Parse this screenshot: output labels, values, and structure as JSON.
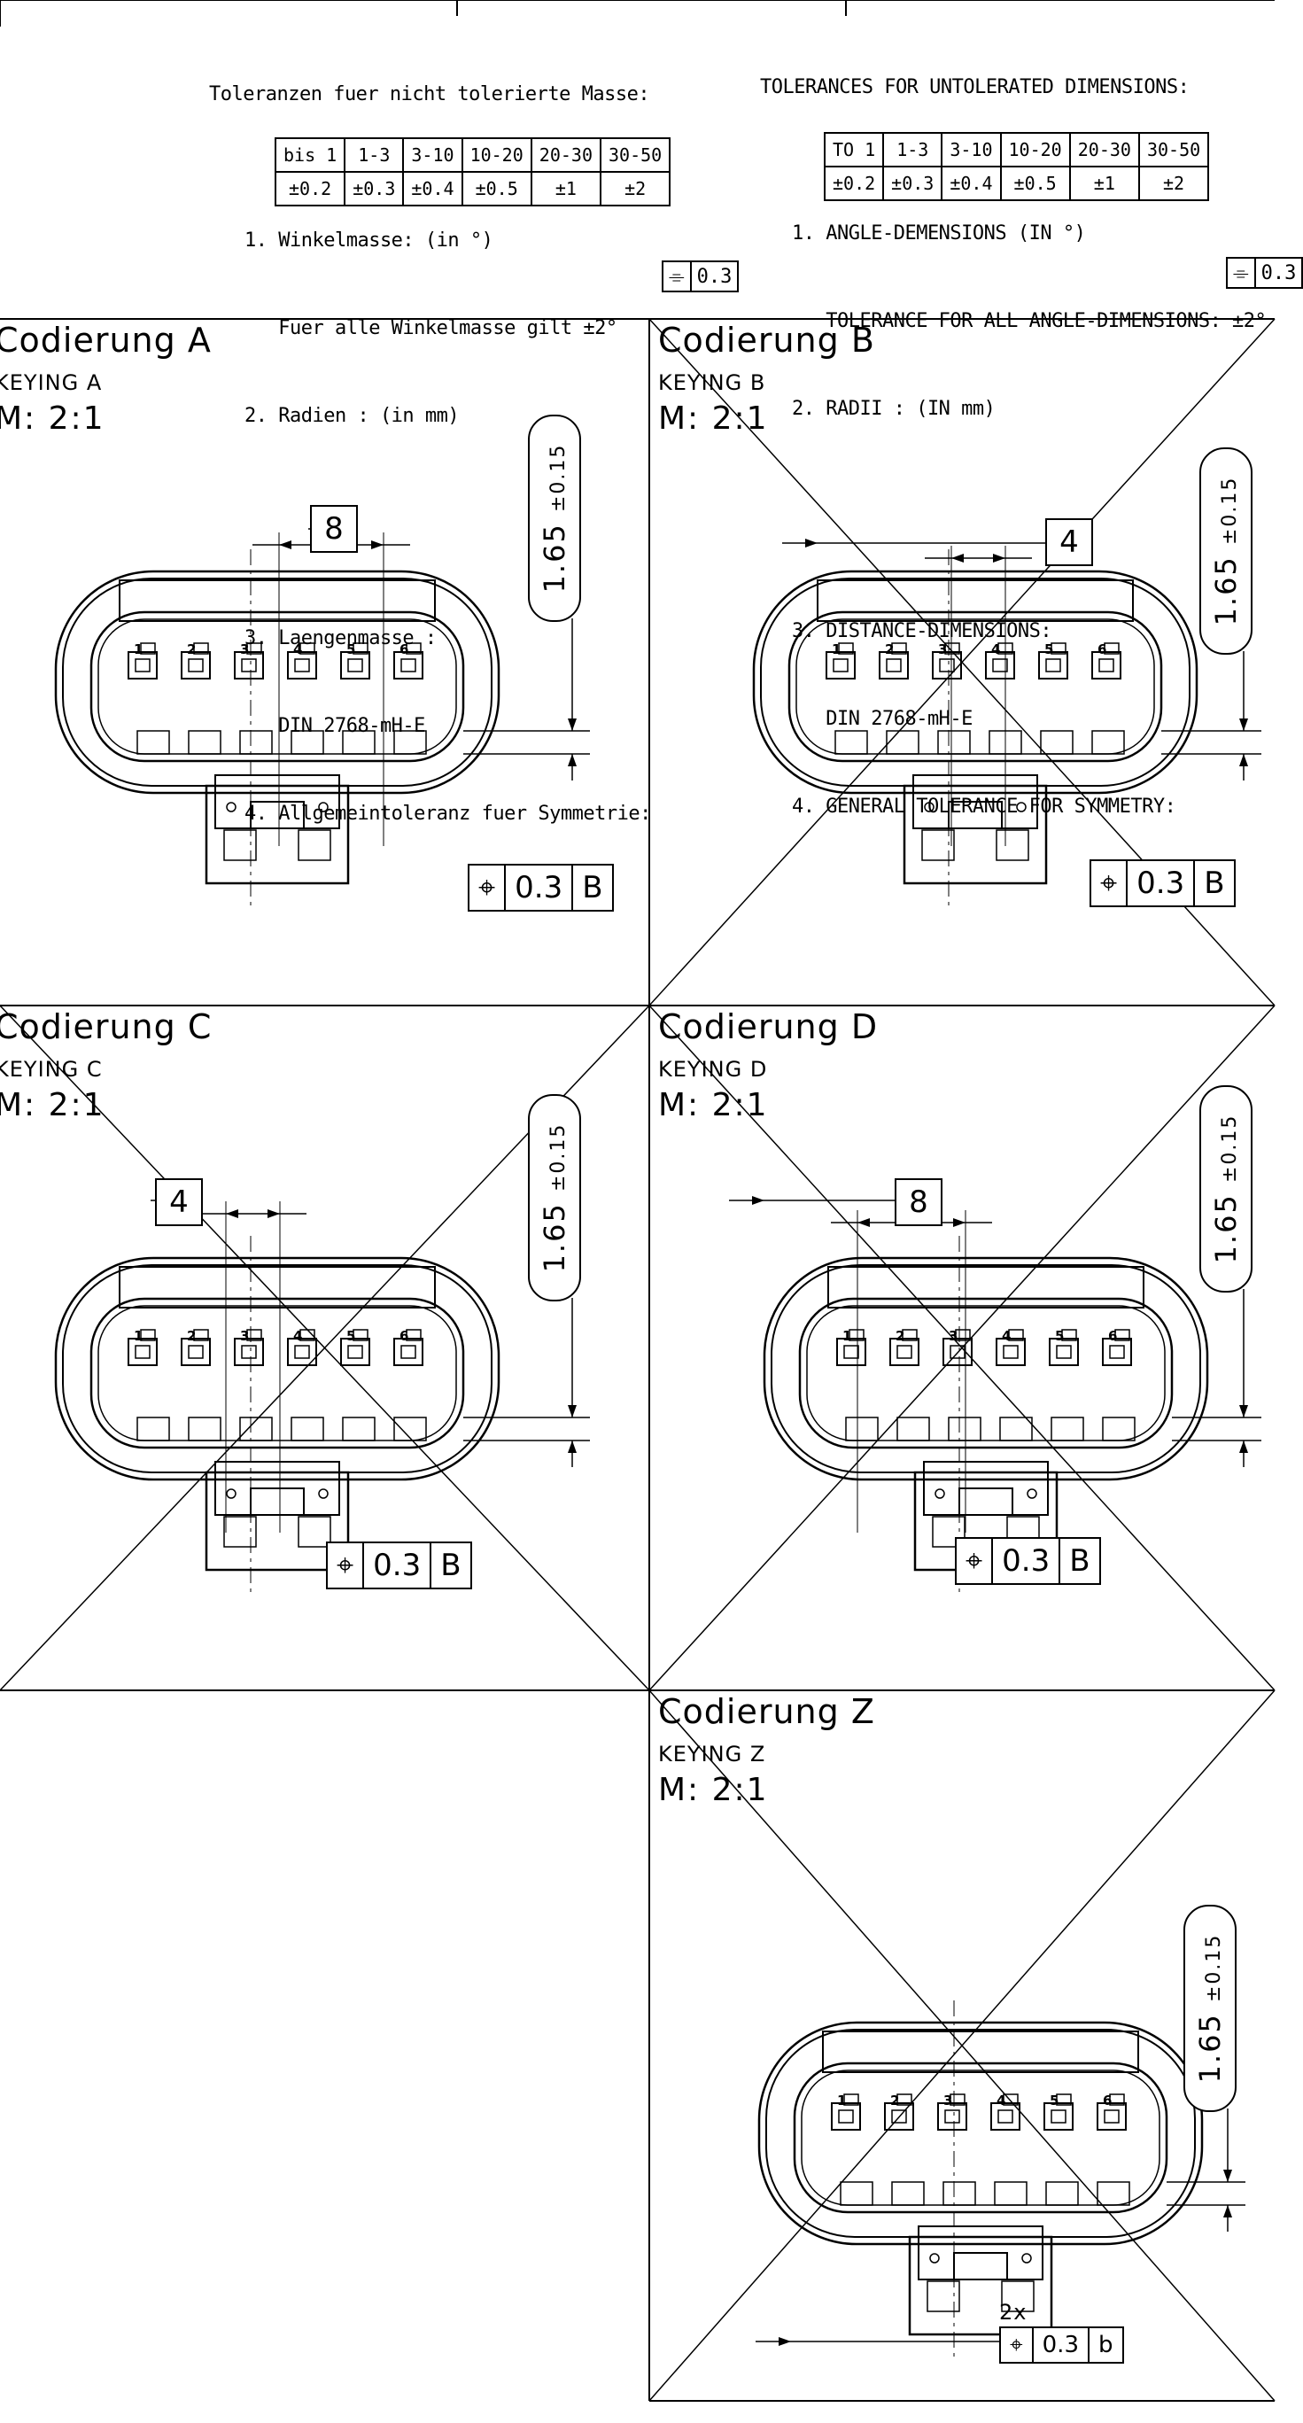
{
  "notes_de": {
    "title": "Toleranzen fuer nicht tolerierte Masse:",
    "lines": [
      "1. Winkelmasse: (in °)",
      "   Fuer alle Winkelmasse gilt ±2°",
      "2. Radien : (in mm)",
      "3. Laengenmasse :",
      "   DIN 2768-mH-E",
      "4. Allgemeintoleranz fuer Symmetrie:"
    ],
    "table_header": [
      "bis 1",
      "1-3",
      "3-10",
      "10-20",
      "20-30",
      "30-50"
    ],
    "table_values": [
      "±0.2",
      "±0.3",
      "±0.4",
      "±0.5",
      "±1",
      "±2"
    ],
    "symmetry_value": "0.3"
  },
  "notes_en": {
    "title": "TOLERANCES FOR UNTOLERATED DIMENSIONS:",
    "lines": [
      "1. ANGLE-DEMENSIONS (IN °)",
      "   TOLERANCE FOR ALL ANGLE-DIMENSIONS: ±2°",
      "2. RADII : (IN mm)",
      "3. DISTANCE-DIMENSIONS:",
      "   DIN 2768-mH-E",
      "4. GENERAL TOLERANCE FOR SYMMETRY:"
    ],
    "table_header": [
      "TO 1",
      "1-3",
      "3-10",
      "10-20",
      "20-30",
      "30-50"
    ],
    "table_values": [
      "±0.2",
      "±0.3",
      "±0.4",
      "±0.5",
      "±1",
      "±2"
    ],
    "symmetry_value": "0.3"
  },
  "views": [
    {
      "title": "Codierung A",
      "subtitle": "KEYING A",
      "scale": "M: 2:1",
      "dim": "8",
      "thickness": "1.65",
      "thickness_tol": "±0.15",
      "position_tol": "0.3",
      "datum": "B",
      "prefix": ""
    },
    {
      "title": "Codierung B",
      "subtitle": "KEYING B",
      "scale": "M: 2:1",
      "dim": "4",
      "thickness": "1.65",
      "thickness_tol": "±0.15",
      "position_tol": "0.3",
      "datum": "B",
      "prefix": ""
    },
    {
      "title": "Codierung C",
      "subtitle": "KEYING C",
      "scale": "M: 2:1",
      "dim": "4",
      "thickness": "1.65",
      "thickness_tol": "±0.15",
      "position_tol": "0.3",
      "datum": "B",
      "prefix": ""
    },
    {
      "title": "Codierung D",
      "subtitle": "KEYING D",
      "scale": "M: 2:1",
      "dim": "8",
      "thickness": "1.65",
      "thickness_tol": "±0.15",
      "position_tol": "0.3",
      "datum": "B",
      "prefix": ""
    },
    {
      "title": "Codierung Z",
      "subtitle": "KEYING Z",
      "scale": "M: 2:1",
      "dim": "",
      "thickness": "1.65",
      "thickness_tol": "±0.15",
      "position_tol": "0.3",
      "datum": "b",
      "prefix": "2x"
    }
  ],
  "pin_numbers": [
    "1",
    "2",
    "3",
    "4",
    "5",
    "6"
  ],
  "symbols": {
    "position": "⌖",
    "symmetry": "⌯"
  }
}
